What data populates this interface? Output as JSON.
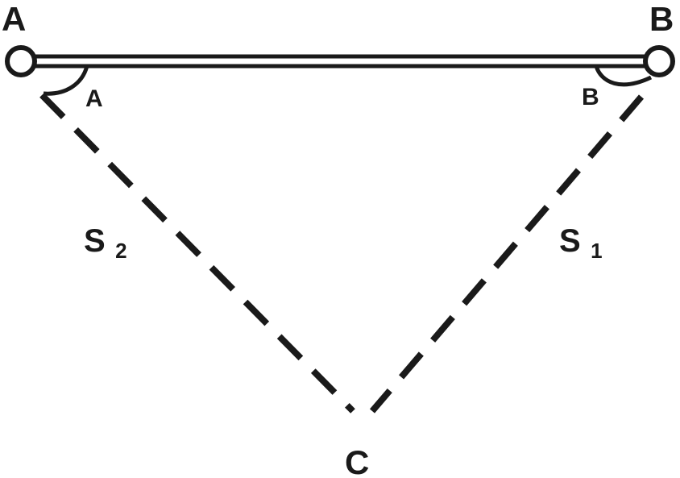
{
  "points": {
    "a": "A",
    "b": "B",
    "c": "C"
  },
  "angles": {
    "a": "A",
    "b": "B"
  },
  "segments": {
    "s2": {
      "main": "S",
      "sub": "2"
    },
    "s1": {
      "main": "S",
      "sub": "1"
    }
  },
  "colors": {
    "ink": "#1a1a1a"
  }
}
